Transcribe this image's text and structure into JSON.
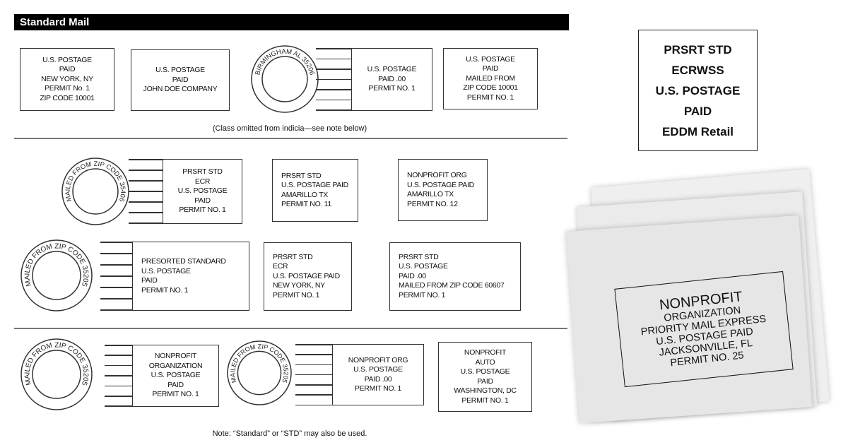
{
  "title": "Standard Mail",
  "caption": "(Class omitted from indicia—see note below)",
  "note": "Note: “Standard” or “STD” may also be used.",
  "circles": [
    "BIRMINGHAM AL 35206",
    "MAILED FROM ZIP CODE 35406",
    "MAILED FROM ZIP CODE 35205",
    "MAILED FROM ZIP CODE 35205",
    "MAILED FROM ZIP CODE 35205"
  ],
  "indicia": [
    {
      "lines": [
        "U.S. POSTAGE",
        "PAID",
        "NEW YORK, NY",
        "PERMIT No. 1",
        "ZIP CODE 10001"
      ]
    },
    {
      "lines": [
        "U.S. POSTAGE",
        "PAID",
        "JOHN DOE COMPANY"
      ]
    },
    {
      "lines": [
        "U.S. POSTAGE",
        "PAID  .00",
        "PERMIT NO. 1"
      ]
    },
    {
      "lines": [
        "U.S. POSTAGE",
        "PAID",
        "MAILED FROM",
        "ZIP CODE 10001",
        "PERMIT NO. 1"
      ]
    },
    {
      "lines": [
        "PRSRT STD",
        "ECR",
        "U.S. POSTAGE",
        "PAID",
        "PERMIT NO. 1"
      ]
    },
    {
      "lines": [
        "PRSRT STD",
        "U.S. POSTAGE PAID",
        "AMARILLO TX",
        "PERMIT NO. 11"
      ]
    },
    {
      "lines": [
        "NONPROFIT ORG",
        "U.S. POSTAGE PAID",
        "AMARILLO TX",
        "PERMIT NO. 12"
      ]
    },
    {
      "lines": [
        "PRESORTED STANDARD",
        "U.S. POSTAGE",
        "PAID",
        "PERMIT NO. 1"
      ]
    },
    {
      "lines": [
        "PRSRT STD",
        "ECR",
        "U.S. POSTAGE PAID",
        "NEW YORK, NY",
        "PERMIT NO. 1"
      ]
    },
    {
      "lines": [
        "PRSRT STD",
        "U.S. POSTAGE",
        "PAID .00",
        "MAILED FROM ZIP CODE 60607",
        "PERMIT NO. 1"
      ]
    },
    {
      "lines": [
        "NONPROFIT",
        "ORGANIZATION",
        "U.S. POSTAGE",
        "PAID",
        "PERMIT NO. 1"
      ]
    },
    {
      "lines": [
        "NONPROFIT ORG",
        "U.S. POSTAGE",
        "PAID .00",
        "PERMIT NO. 1"
      ]
    },
    {
      "lines": [
        "NONPROFIT",
        "AUTO",
        "U.S. POSTAGE",
        "PAID",
        "WASHINGTON, DC",
        "PERMIT NO. 1"
      ]
    }
  ],
  "right_box": [
    "PRSRT STD",
    "ECRWSS",
    "U.S. POSTAGE",
    "PAID",
    "EDDM Retail"
  ],
  "envelope_stamp": [
    "NONPROFIT",
    "ORGANIZATION",
    "PRIORITY MAIL EXPRESS",
    "U.S. POSTAGE PAID",
    "JACKSONVILLE, FL",
    "PERMIT NO. 25"
  ]
}
